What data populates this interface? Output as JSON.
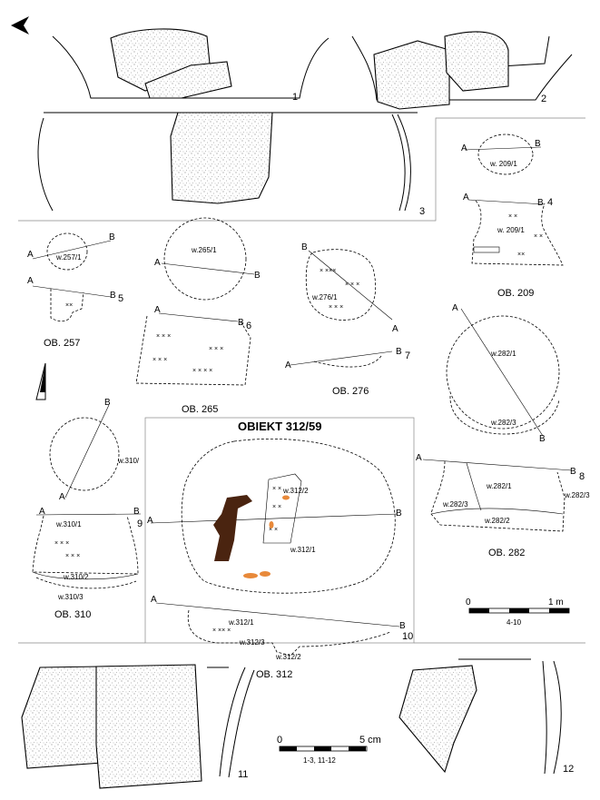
{
  "figure": {
    "main_title": "OBIEKT 312/59",
    "scales": {
      "cm": {
        "zero": "0",
        "end": "5 cm",
        "caption": "1-3, 11-12"
      },
      "m": {
        "zero": "0",
        "end": "1 m",
        "caption": "4-10"
      }
    },
    "numbers": [
      "1",
      "2",
      "3",
      "4",
      "5",
      "6",
      "7",
      "8",
      "9",
      "10",
      "11",
      "12"
    ],
    "section_letters": {
      "a": "A",
      "b": "B"
    },
    "objects": {
      "ob209": {
        "name": "OB. 209",
        "layers": [
          "w. 209/1",
          "w. 209/1"
        ]
      },
      "ob257": {
        "name": "OB. 257",
        "layers": [
          "w.257/1"
        ]
      },
      "ob265": {
        "name": "OB. 265",
        "layers": [
          "w.265/1"
        ]
      },
      "ob276": {
        "name": "OB. 276",
        "layers": [
          "w.276/1"
        ]
      },
      "ob282": {
        "name": "OB. 282",
        "layers": [
          "w.282/1",
          "w.282/3",
          "w.282/1",
          "w.282/3",
          "w.282/3",
          "w.282/2"
        ]
      },
      "ob310": {
        "name": "OB. 310",
        "layers": [
          "w.310/",
          "w.310/1",
          "w.310/2",
          "w.310/3"
        ]
      },
      "ob312": {
        "name": "OB. 312",
        "layers": [
          "w.312/2",
          "w.312/1",
          "w.312/1",
          "w.312/3",
          "w.312/2"
        ]
      }
    },
    "colors": {
      "ink": "#000000",
      "frame": "#888888",
      "wood": "#4a2410",
      "ochre": "#e8893a"
    },
    "icons": {
      "orientation": "arrow-left-icon",
      "north": "north-arrow-icon"
    }
  }
}
